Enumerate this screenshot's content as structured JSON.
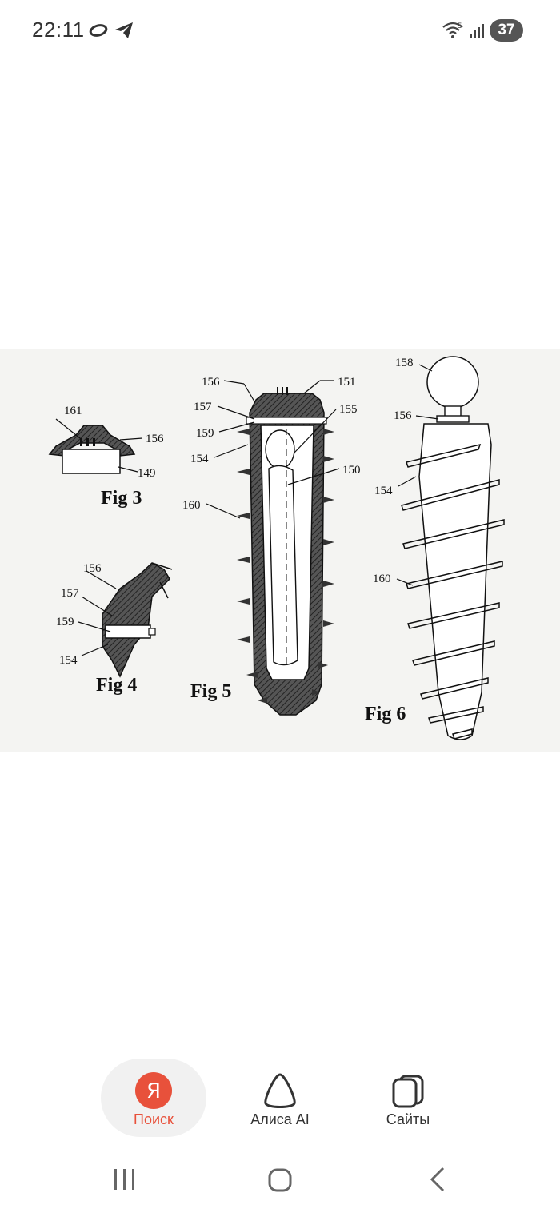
{
  "status_bar": {
    "time": "22:11",
    "battery": "37",
    "wifi_badge": "5"
  },
  "figure": {
    "labels": {
      "l161": "161",
      "l156a": "156",
      "l149": "149",
      "l156b": "156",
      "l151": "151",
      "l157a": "157",
      "l155": "155",
      "l159a": "159",
      "l154a": "154",
      "l150": "150",
      "l160a": "160",
      "l156c": "156",
      "l157b": "157",
      "l159b": "159",
      "l154b": "154",
      "l158": "158",
      "l156d": "156",
      "l154c": "154",
      "l160b": "160"
    },
    "captions": {
      "fig3": "Fig 3",
      "fig4": "Fig 4",
      "fig5": "Fig 5",
      "fig6": "Fig 6"
    }
  },
  "bottom_tabs": {
    "search_label": "Поиск",
    "search_logo": "Я",
    "alice_label": "Алиса AI",
    "sites_label": "Сайты"
  },
  "colors": {
    "accent": "#e8513b",
    "text": "#333333"
  }
}
